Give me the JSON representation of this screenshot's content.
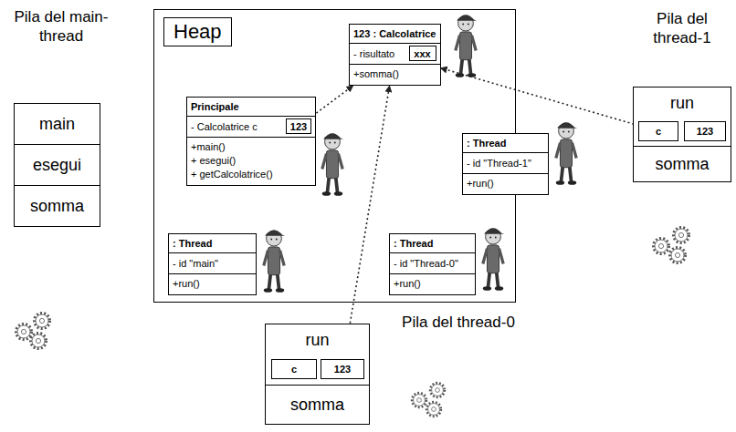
{
  "diagram": {
    "nodes": [
      {
        "text": [
          "Pila del main-thread"
        ]
      },
      {
        "text": [
          "main"
        ],
        "in": 0
      },
      {
        "text": [
          "esegui"
        ],
        "in": 0
      },
      {
        "text": [
          "somma"
        ],
        "in": 0
      },
      {
        "text": [
          "Heap"
        ]
      },
      {
        "text": [
          "123 : Calcolatrice",
          "- risultato",
          "+somma()"
        ],
        "in": 4
      },
      {
        "text": [
          "xxx"
        ],
        "in": 5
      },
      {
        "text": [
          "Principale",
          "- Calcolatrice c",
          "+main()",
          "+ esegui()",
          "+ getCalcolatrice()"
        ],
        "in": 4
      },
      {
        "text": [
          "123"
        ],
        "in": 7
      },
      {
        "text": [
          ": Thread",
          "- id \"Thread-1\"",
          "+run()"
        ],
        "in": 4
      },
      {
        "text": [
          ": Thread",
          "- id \"main\"",
          "+run()"
        ],
        "in": 4
      },
      {
        "text": [
          ": Thread",
          "- id \"Thread-0\"",
          "+run()"
        ],
        "in": 4
      },
      {
        "text": [
          "Pila del thread-1"
        ]
      },
      {
        "text": [
          "run"
        ],
        "in": 12
      },
      {
        "text": [
          "c"
        ],
        "in": 13
      },
      {
        "text": [
          "123"
        ],
        "in": 13
      },
      {
        "text": [
          "somma"
        ],
        "in": 12
      },
      {
        "text": [
          "Pila del thread-0"
        ]
      },
      {
        "text": [
          "run"
        ],
        "in": 17
      },
      {
        "text": [
          "c"
        ],
        "in": 18
      },
      {
        "text": [
          "123"
        ],
        "in": 18
      },
      {
        "text": [
          "somma"
        ],
        "in": 17
      }
    ],
    "edges": [
      {
        "from": 8,
        "to": 5,
        "arrow": "to"
      },
      {
        "from": 14,
        "to": 5,
        "arrow": "to"
      },
      {
        "from": 20,
        "to": 5,
        "arrow": "to"
      }
    ]
  }
}
